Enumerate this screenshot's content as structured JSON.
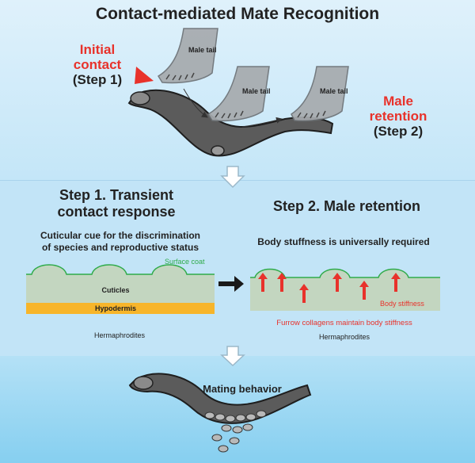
{
  "title": "Contact-mediated Mate Recognition",
  "top_panel": {
    "initial_contact": [
      "Initial",
      "contact"
    ],
    "step1_tag": "(Step 1)",
    "male_tail_label": "Male tail",
    "male_retention": [
      "Male",
      "retention"
    ],
    "step2_tag": "(Step 2)"
  },
  "middle_panel": {
    "step1_title": [
      "Step 1. Transient",
      "contact response"
    ],
    "step2_title": "Step 2. Male retention",
    "step1_subtitle": [
      "Cuticular cue for the discrimination",
      "of species and reproductive status"
    ],
    "step2_subtitle": "Body stuffness is universally required",
    "surface_coat": "Surface coat",
    "cuticles": "Cuticles",
    "hypodermis": "Hypodermis",
    "hermaphrodites_left": "Hermaphrodites",
    "body_stiffness": "Body stiffness",
    "furrow_collagens": "Furrow collagens maintain body stiffness",
    "hermaphrodites_right": "Hermaphrodites"
  },
  "bottom_panel": {
    "mating_behavior": "Mating behavior"
  },
  "colors": {
    "top_bg": "#cde9f8",
    "middle_bg": "#c2e4f7",
    "bottom_bg": "#8fd3f1",
    "worm": "#5b5b5b",
    "male_tail": "#a6aaae",
    "red": "#e8322b",
    "green": "#2fab4a",
    "cuticle": "#c3d6c0",
    "hypodermis": "#f7b52a"
  }
}
